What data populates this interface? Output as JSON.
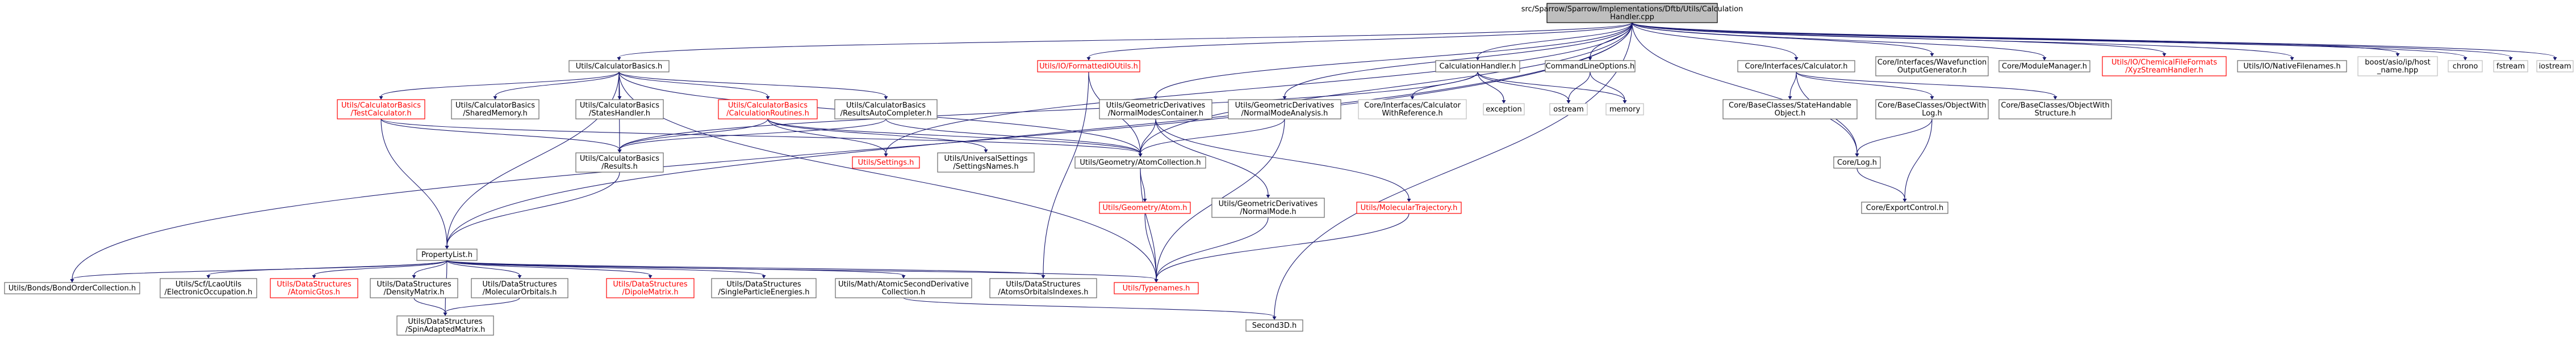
{
  "colors": {
    "edge": "#191970",
    "root_fill": "#bfbfbf",
    "node_border": "#666666",
    "external_border": "#bfbfbf",
    "link_red": "#ff0000"
  },
  "nodes": [
    {
      "id": "root",
      "lines": [
        "src/Sparrow/Sparrow/Implementations/Dftb/Utils/Calculation",
        "Handler.cpp"
      ],
      "style": "root"
    },
    {
      "id": "calcbasics",
      "lines": [
        "Utils/CalculatorBasics.h"
      ],
      "style": "normal"
    },
    {
      "id": "fmtio",
      "lines": [
        "Utils/IO/FormattedIOUtils.h"
      ],
      "style": "red"
    },
    {
      "id": "calchandler",
      "lines": [
        "CalculationHandler.h"
      ],
      "style": "normal"
    },
    {
      "id": "cmdopts",
      "lines": [
        "CommandLineOptions.h"
      ],
      "style": "normal"
    },
    {
      "id": "corecalc",
      "lines": [
        "Core/Interfaces/Calculator.h"
      ],
      "style": "normal"
    },
    {
      "id": "wfgen",
      "lines": [
        "Core/Interfaces/Wavefunction",
        "OutputGenerator.h"
      ],
      "style": "normal"
    },
    {
      "id": "modmgr",
      "lines": [
        "Core/ModuleManager.h"
      ],
      "style": "normal"
    },
    {
      "id": "xyzstream",
      "lines": [
        "Utils/IO/ChemicalFileFormats",
        "/XyzStreamHandler.h"
      ],
      "style": "red"
    },
    {
      "id": "nativefn",
      "lines": [
        "Utils/IO/NativeFilenames.h"
      ],
      "style": "normal"
    },
    {
      "id": "boosthost",
      "lines": [
        "boost/asio/ip/host",
        "_name.hpp"
      ],
      "style": "external"
    },
    {
      "id": "chrono",
      "lines": [
        "chrono"
      ],
      "style": "external"
    },
    {
      "id": "fstream",
      "lines": [
        "fstream"
      ],
      "style": "external"
    },
    {
      "id": "iostream",
      "lines": [
        "iostream"
      ],
      "style": "external"
    },
    {
      "id": "testcalc",
      "lines": [
        "Utils/CalculatorBasics",
        "/TestCalculator.h"
      ],
      "style": "red"
    },
    {
      "id": "sharedmem",
      "lines": [
        "Utils/CalculatorBasics",
        "/SharedMemory.h"
      ],
      "style": "normal"
    },
    {
      "id": "stateshandler",
      "lines": [
        "Utils/CalculatorBasics",
        "/StatesHandler.h"
      ],
      "style": "normal"
    },
    {
      "id": "calcroutines",
      "lines": [
        "Utils/CalculatorBasics",
        "/CalculationRoutines.h"
      ],
      "style": "red"
    },
    {
      "id": "resautocomp",
      "lines": [
        "Utils/CalculatorBasics",
        "/ResultsAutoCompleter.h"
      ],
      "style": "normal"
    },
    {
      "id": "normmodescont",
      "lines": [
        "Utils/GeometricDerivatives",
        "/NormalModesContainer.h"
      ],
      "style": "normal"
    },
    {
      "id": "normmodeanal",
      "lines": [
        "Utils/GeometricDerivatives",
        "/NormalModeAnalysis.h"
      ],
      "style": "normal"
    },
    {
      "id": "calcwithref",
      "lines": [
        "Core/Interfaces/Calculator",
        "WithReference.h"
      ],
      "style": "external"
    },
    {
      "id": "exception",
      "lines": [
        "exception"
      ],
      "style": "external"
    },
    {
      "id": "ostream",
      "lines": [
        "ostream"
      ],
      "style": "external"
    },
    {
      "id": "memory",
      "lines": [
        "memory"
      ],
      "style": "external"
    },
    {
      "id": "statehandobj",
      "lines": [
        "Core/BaseClasses/StateHandable",
        "Object.h"
      ],
      "style": "normal"
    },
    {
      "id": "objwithlog",
      "lines": [
        "Core/BaseClasses/ObjectWith",
        "Log.h"
      ],
      "style": "normal"
    },
    {
      "id": "objwithstruct",
      "lines": [
        "Core/BaseClasses/ObjectWith",
        "Structure.h"
      ],
      "style": "normal"
    },
    {
      "id": "settings",
      "lines": [
        "Utils/Settings.h"
      ],
      "style": "red"
    },
    {
      "id": "univsettings",
      "lines": [
        "Utils/UniversalSettings",
        "/SettingsNames.h"
      ],
      "style": "normal"
    },
    {
      "id": "atomcoll",
      "lines": [
        "Utils/Geometry/AtomCollection.h"
      ],
      "style": "normal"
    },
    {
      "id": "corelog",
      "lines": [
        "Core/Log.h"
      ],
      "style": "normal"
    },
    {
      "id": "results",
      "lines": [
        "Utils/CalculatorBasics",
        "/Results.h"
      ],
      "style": "normal"
    },
    {
      "id": "atom",
      "lines": [
        "Utils/Geometry/Atom.h"
      ],
      "style": "red"
    },
    {
      "id": "normmode",
      "lines": [
        "Utils/GeometricDerivatives",
        "/NormalMode.h"
      ],
      "style": "normal"
    },
    {
      "id": "moltraj",
      "lines": [
        "Utils/MolecularTrajectory.h"
      ],
      "style": "red"
    },
    {
      "id": "exportctl",
      "lines": [
        "Core/ExportControl.h"
      ],
      "style": "normal"
    },
    {
      "id": "proplist",
      "lines": [
        "PropertyList.h"
      ],
      "style": "normal"
    },
    {
      "id": "bondorder",
      "lines": [
        "Utils/Bonds/BondOrderCollection.h"
      ],
      "style": "normal"
    },
    {
      "id": "elecocc",
      "lines": [
        "Utils/Scf/LcaoUtils",
        "/ElectronicOccupation.h"
      ],
      "style": "normal"
    },
    {
      "id": "atomicgtos",
      "lines": [
        "Utils/DataStructures",
        "/AtomicGtos.h"
      ],
      "style": "red"
    },
    {
      "id": "densmat",
      "lines": [
        "Utils/DataStructures",
        "/DensityMatrix.h"
      ],
      "style": "normal"
    },
    {
      "id": "molorb",
      "lines": [
        "Utils/DataStructures",
        "/MolecularOrbitals.h"
      ],
      "style": "normal"
    },
    {
      "id": "dipolemat",
      "lines": [
        "Utils/DataStructures",
        "/DipoleMatrix.h"
      ],
      "style": "red"
    },
    {
      "id": "singpart",
      "lines": [
        "Utils/DataStructures",
        "/SingleParticleEnergies.h"
      ],
      "style": "normal"
    },
    {
      "id": "atomicsecder",
      "lines": [
        "Utils/Math/AtomicSecondDerivative",
        "Collection.h"
      ],
      "style": "normal"
    },
    {
      "id": "aoindexes",
      "lines": [
        "Utils/DataStructures",
        "/AtomsOrbitalsIndexes.h"
      ],
      "style": "normal"
    },
    {
      "id": "typenames",
      "lines": [
        "Utils/Typenames.h"
      ],
      "style": "red"
    },
    {
      "id": "spinadapted",
      "lines": [
        "Utils/DataStructures",
        "/SpinAdaptedMatrix.h"
      ],
      "style": "normal"
    },
    {
      "id": "second3d",
      "lines": [
        "Second3D.h"
      ],
      "style": "normal"
    }
  ]
}
